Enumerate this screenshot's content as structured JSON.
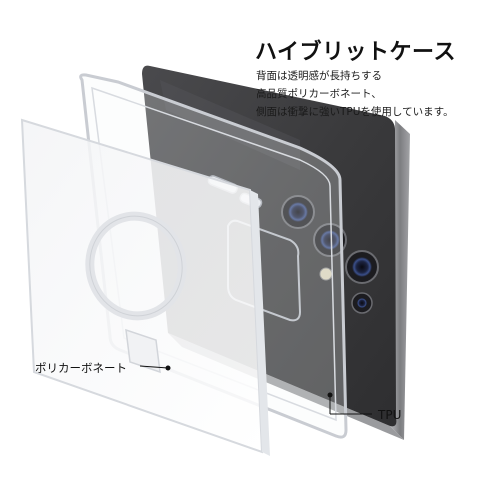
{
  "heading": "ハイブリットケース",
  "description": [
    "背面は透明感が長持ちする",
    "高品質ポリカーボネート、",
    "側面は衝撃に強いTPUを使用しています。"
  ],
  "callouts": {
    "polycarbonate": "ポリカーボネート",
    "tpu": "TPU"
  },
  "colors": {
    "phone_body": "#3d3d3f",
    "phone_frame": "#8f9093",
    "camera_ring": "#222226",
    "lens_accent": "#3a4f8a",
    "case_edge": "#c9ccd2",
    "text": "#111111"
  }
}
